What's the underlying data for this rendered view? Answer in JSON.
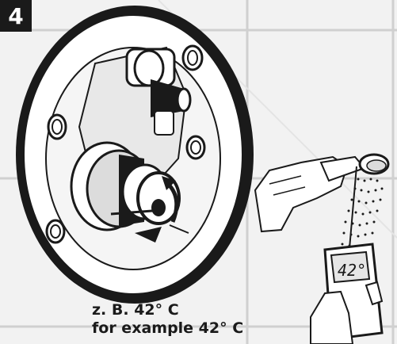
{
  "step": {
    "number": "4"
  },
  "caption": {
    "line1": "z. B. 42° C",
    "line2": "for example 42° C"
  },
  "thermometer": {
    "reading": "42°"
  },
  "colors": {
    "badge_bg": "#1a1a1a",
    "tile_bg": "#f2f2f2",
    "grout": "#d0d0d0",
    "ink": "#1a1a1a"
  },
  "icons": [
    "mixer-valve-assembly",
    "shower-head-icon",
    "thermometer-icon",
    "rotate-arrow-icon"
  ]
}
